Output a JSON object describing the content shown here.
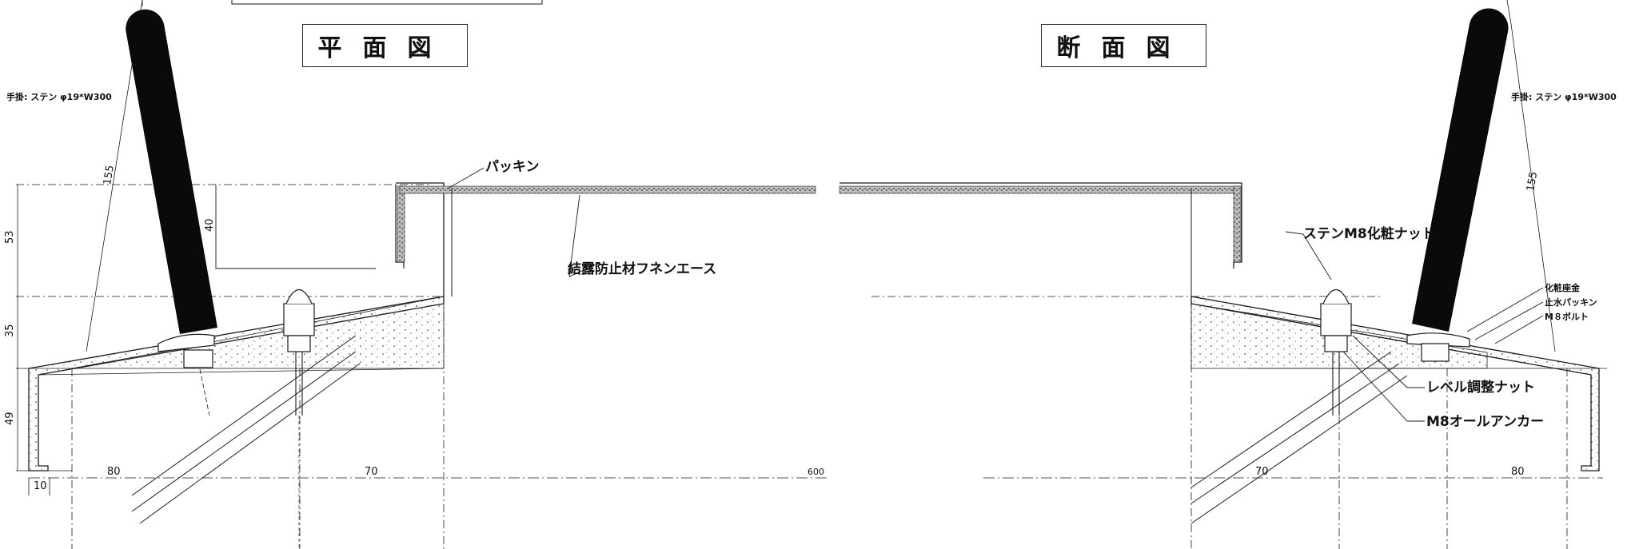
{
  "titles": {
    "plan": "平面図",
    "section": "断面図"
  },
  "labels": {
    "handrail_left": "手掛: ステン φ19*W300",
    "handrail_right": "手掛: ステン φ19*W300",
    "packing": "パッキン",
    "insulation": "結露防止材フネンエース",
    "cap_nut": "ステンM8化粧ナット",
    "decor_washer": "化粧座金",
    "waterproof_packing": "止水パッキン",
    "m8_bolt": "M８ボルト",
    "level_nut": "レベル調整ナット",
    "anchor": "M8オールアンカー"
  },
  "dimensions": {
    "left_155": "155",
    "left_40": "40",
    "left_53": "53",
    "left_35": "35",
    "left_49": "49",
    "left_80": "80",
    "left_10": "10",
    "left_70": "70",
    "mid_600": "600",
    "right_155": "155",
    "right_70": "70",
    "right_80": "80"
  },
  "colors": {
    "line": "#1a1a1a",
    "handrail": "#0a0a0a",
    "hatch": "#777777"
  }
}
